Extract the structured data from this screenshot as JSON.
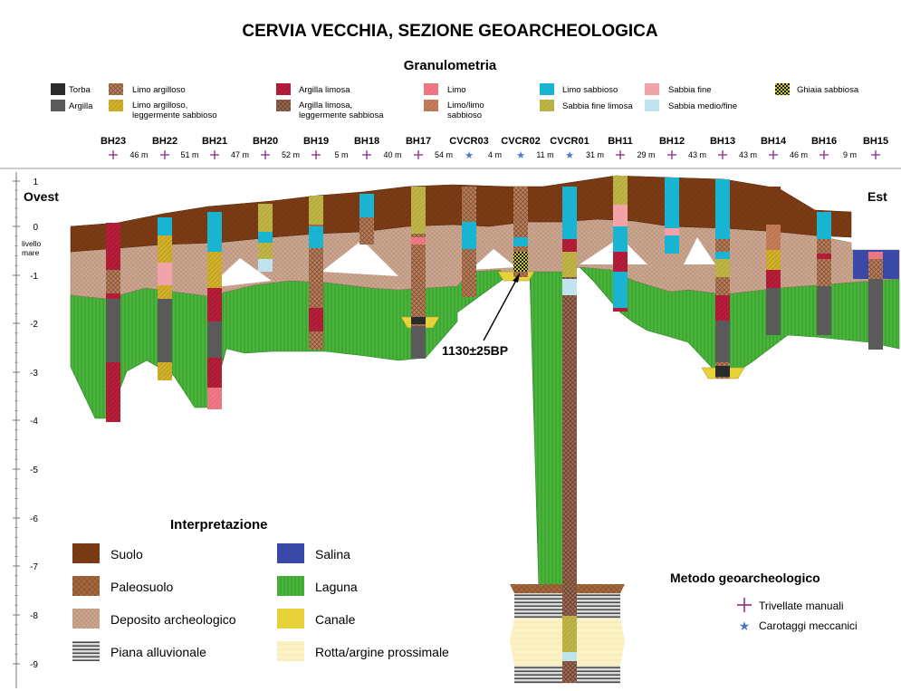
{
  "title": "CERVIA VECCHIA, SEZIONE GEOARCHEOLOGICA",
  "granulometry": {
    "heading": "Granulometria",
    "items": [
      {
        "label": "Torba",
        "pattern": "torba"
      },
      {
        "label": "Argilla",
        "pattern": "argilla"
      },
      {
        "label": "Limo argilloso",
        "pattern": "limoArg"
      },
      {
        "label": "Limo argilloso,\nleggermente sabbioso",
        "pattern": "limoArgSab"
      },
      {
        "label": "Argilla limosa",
        "pattern": "argLim"
      },
      {
        "label": "Argilla limosa,\nleggermente sabbiosa",
        "pattern": "argLimSab"
      },
      {
        "label": "Limo",
        "pattern": "limo"
      },
      {
        "label": "Limo/limo\nsabbioso",
        "pattern": "limoLimoSab"
      },
      {
        "label": "Limo sabbioso",
        "pattern": "limoSab"
      },
      {
        "label": "Sabbia fine limosa",
        "pattern": "sabFineLim"
      },
      {
        "label": "Sabbia fine",
        "pattern": "sabFine"
      },
      {
        "label": "Sabbia medio/fine",
        "pattern": "sabMedFine"
      },
      {
        "label": "Ghiaia sabbiosa",
        "pattern": "ghiaia"
      }
    ]
  },
  "boreholes": [
    {
      "name": "BH23",
      "method": "manual",
      "gap": "46 m"
    },
    {
      "name": "BH22",
      "method": "manual",
      "gap": "51 m"
    },
    {
      "name": "BH21",
      "method": "manual",
      "gap": "47 m"
    },
    {
      "name": "BH20",
      "method": "manual",
      "gap": "52 m"
    },
    {
      "name": "BH19",
      "method": "manual",
      "gap": "5 m"
    },
    {
      "name": "BH18",
      "method": "manual",
      "gap": "40 m"
    },
    {
      "name": "BH17",
      "method": "manual",
      "gap": "54 m"
    },
    {
      "name": "CVCR03",
      "method": "core",
      "gap": "4 m"
    },
    {
      "name": "CVCR02",
      "method": "core",
      "gap": "11 m"
    },
    {
      "name": "CVCR01",
      "method": "core",
      "gap": "31 m"
    },
    {
      "name": "BH11",
      "method": "manual",
      "gap": "29 m"
    },
    {
      "name": "BH12",
      "method": "manual",
      "gap": "43 m"
    },
    {
      "name": "BH13",
      "method": "manual",
      "gap": "43 m"
    },
    {
      "name": "BH14",
      "method": "manual",
      "gap": "46 m"
    },
    {
      "name": "BH16",
      "method": "manual",
      "gap": "9 m"
    },
    {
      "name": "BH15",
      "method": "manual",
      "gap": ""
    }
  ],
  "section": {
    "left_label": "Ovest",
    "right_label": "Est",
    "sea_level_label": "livello\nmare",
    "axis_ticks": [
      "1",
      "0",
      "-1",
      "-2",
      "-3",
      "-4",
      "-5",
      "-6",
      "-7",
      "-8",
      "-9"
    ],
    "date_label": "1130±25BP"
  },
  "interpretation": {
    "heading": "Interpretazione",
    "items": [
      {
        "label": "Suolo",
        "pattern": "suolo"
      },
      {
        "label": "Paleosuolo",
        "pattern": "paleosuolo"
      },
      {
        "label": "Deposito archeologico",
        "pattern": "deposito"
      },
      {
        "label": "Piana alluvionale",
        "pattern": "piana"
      },
      {
        "label": "Salina",
        "pattern": "salina"
      },
      {
        "label": "Laguna",
        "pattern": "laguna"
      },
      {
        "label": "Canale",
        "pattern": "canale"
      },
      {
        "label": "Rotta/argine prossimale",
        "pattern": "rotta"
      }
    ]
  },
  "method_legend": {
    "heading": "Metodo geoarcheologico",
    "manual": "Trivellate manuali",
    "core": "Carotaggi meccanici"
  },
  "colors": {
    "suolo": "#7b3b14",
    "deposito": "#c9a48c",
    "laguna": "#4bb53c",
    "salina": "#3a49a8",
    "canale": "#e8d23a",
    "rotta": "#fbf1c2",
    "limoSab": "#1ab5d3",
    "manual": "#8b2b8c",
    "core": "#4c78c9"
  }
}
